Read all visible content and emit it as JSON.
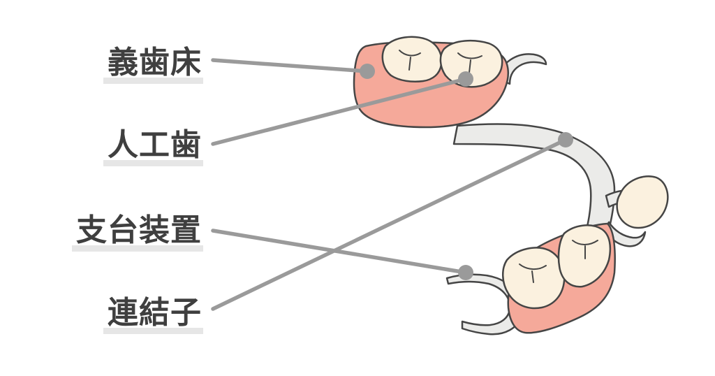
{
  "labels": {
    "denture_base": "義歯床",
    "artificial_tooth": "人工歯",
    "abutment_device": "支台装置",
    "connector": "連結子"
  },
  "colors": {
    "text": "#3f3f3f",
    "label_underline": "#e6e6e6",
    "leader_line": "#9a9a9a",
    "gum": "#f5a99a",
    "tooth": "#fbf1df",
    "metal": "#ebebe9",
    "outline": "#454545"
  }
}
